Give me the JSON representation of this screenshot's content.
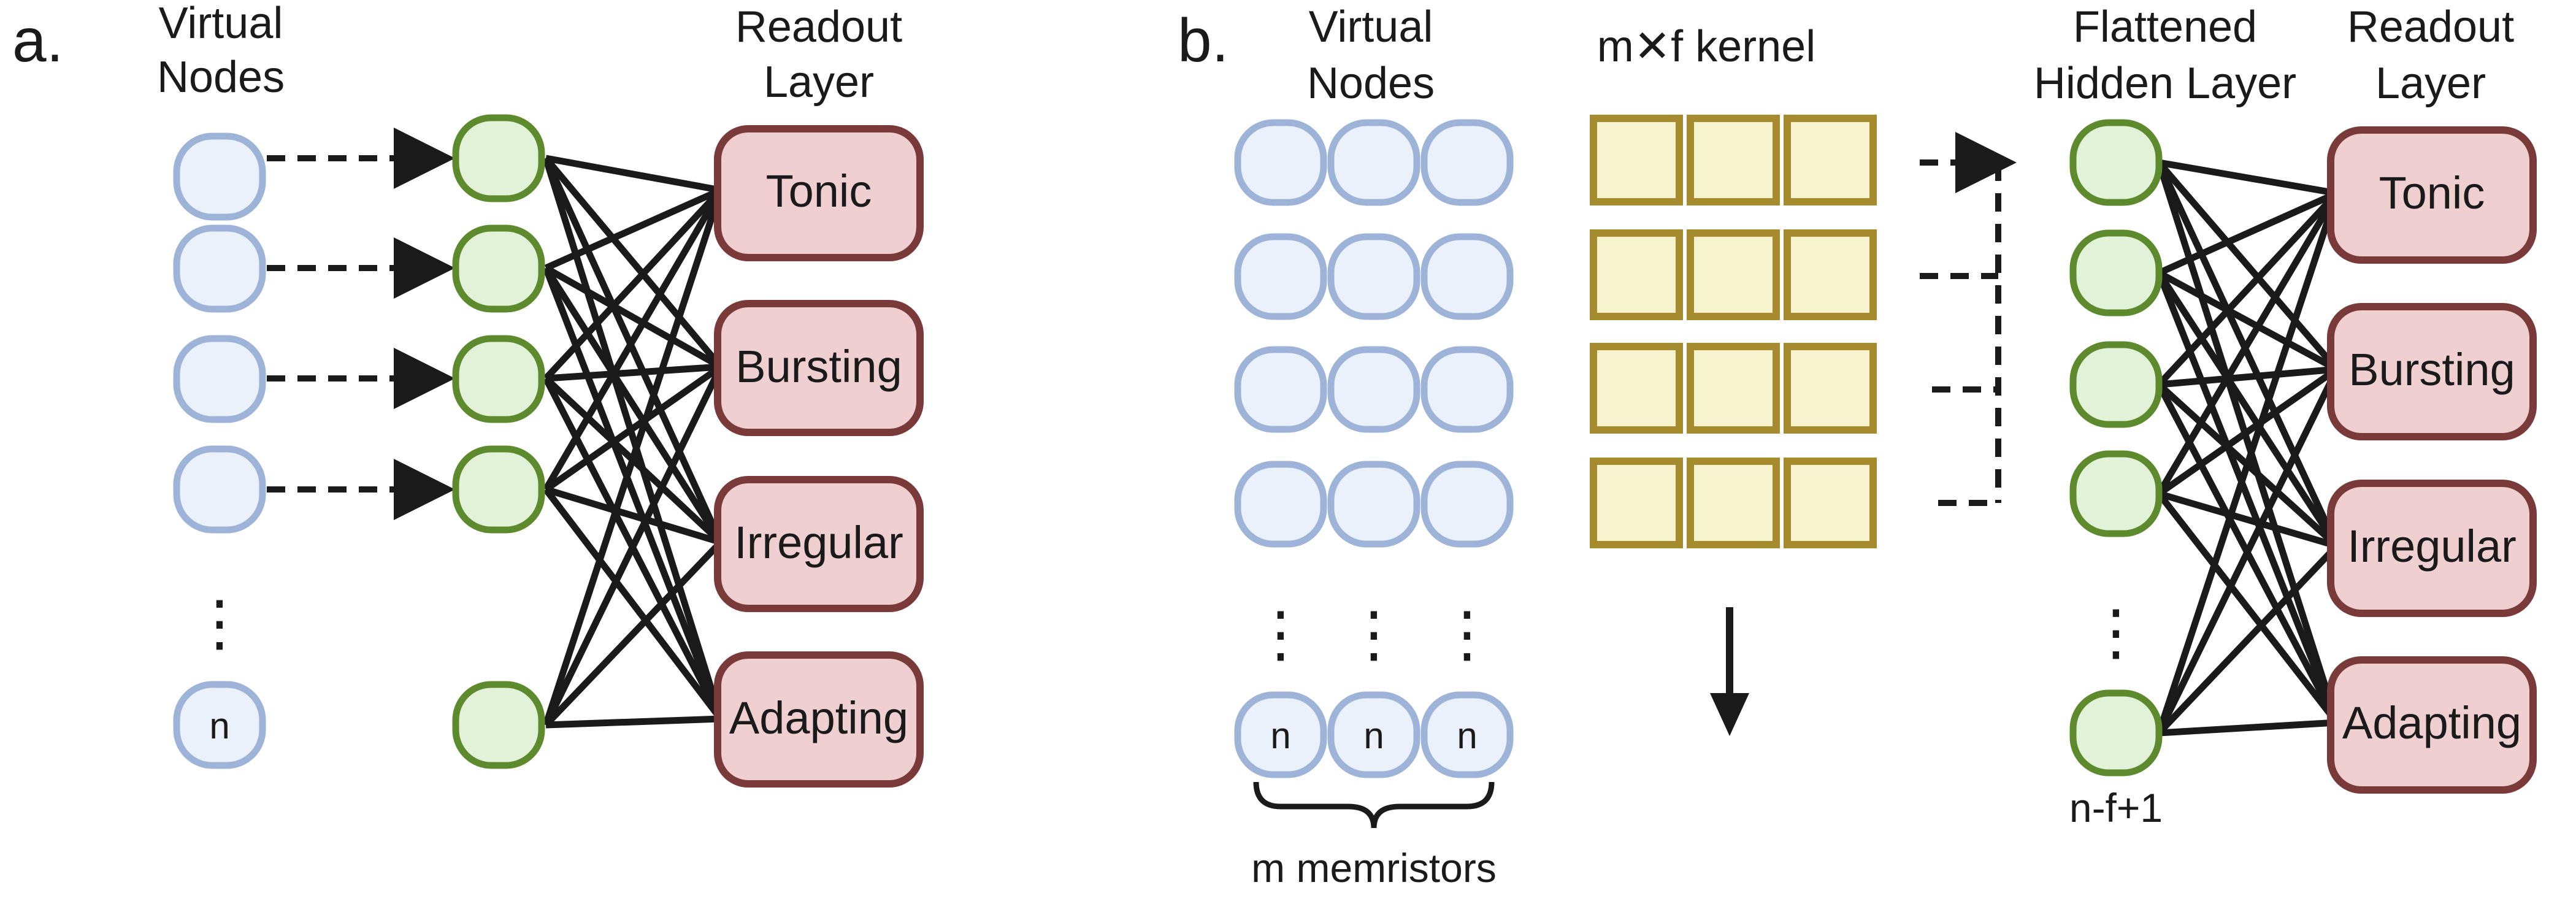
{
  "panel_a": {
    "label": "a.",
    "virtual_nodes_header": [
      "Virtual",
      "Nodes"
    ],
    "readout_header": [
      "Readout",
      "Layer"
    ],
    "last_node_label": "n",
    "ellipsis": "⋮",
    "classes": [
      "Tonic",
      "Bursting",
      "Irregular",
      "Adapting"
    ]
  },
  "panel_b": {
    "label": "b.",
    "virtual_nodes_header": [
      "Virtual",
      "Nodes"
    ],
    "kernel_header": "m✕f kernel",
    "hidden_header": [
      "Flattened",
      "Hidden Layer"
    ],
    "readout_header": [
      "Readout",
      "Layer"
    ],
    "last_node_label": "n",
    "ellipsis": "⋮",
    "hidden_last_label": "n-f+1",
    "memristors_label": "m memristors",
    "classes": [
      "Tonic",
      "Bursting",
      "Irregular",
      "Adapting"
    ]
  },
  "colors": {
    "virtual_fill": "#eaf1fb",
    "virtual_stroke": "#9db3d8",
    "hidden_fill": "#e2f2d8",
    "hidden_stroke": "#5e8a2e",
    "readout_fill": "#efcfcf",
    "readout_stroke": "#7a3a3a",
    "kernel_fill": "#f8f3cf",
    "kernel_stroke": "#a68a2e",
    "line": "#1a1a1a"
  }
}
